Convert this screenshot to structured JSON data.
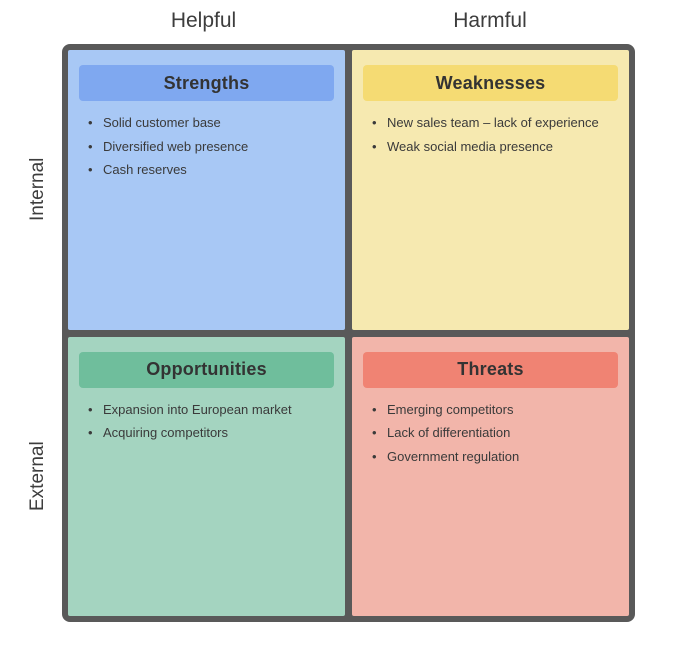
{
  "matrix": {
    "column_labels": {
      "helpful": "Helpful",
      "harmful": "Harmful"
    },
    "row_labels": {
      "internal": "Internal",
      "external": "External"
    },
    "border_color": "#595959",
    "label_color": "#3d3d3d",
    "bullet_glyph": "•"
  },
  "quadrants": [
    {
      "title": "Strengths",
      "header_color": "#7fa8f0",
      "background_color": "#a8c8f5",
      "items": [
        "Solid customer base",
        "Diversified web presence",
        "Cash reserves"
      ]
    },
    {
      "title": "Weaknesses",
      "header_color": "#f5db73",
      "background_color": "#f6e9b0",
      "items": [
        "New sales team – lack of experience",
        "Weak social media presence"
      ]
    },
    {
      "title": "Opportunities",
      "header_color": "#6fbe9c",
      "background_color": "#a4d4c0",
      "items": [
        "Expansion into European market",
        "Acquiring competitors"
      ]
    },
    {
      "title": "Threats",
      "header_color": "#f08373",
      "background_color": "#f2b5aa",
      "items": [
        "Emerging competitors",
        "Lack of differentiation",
        "Government regulation"
      ]
    }
  ]
}
